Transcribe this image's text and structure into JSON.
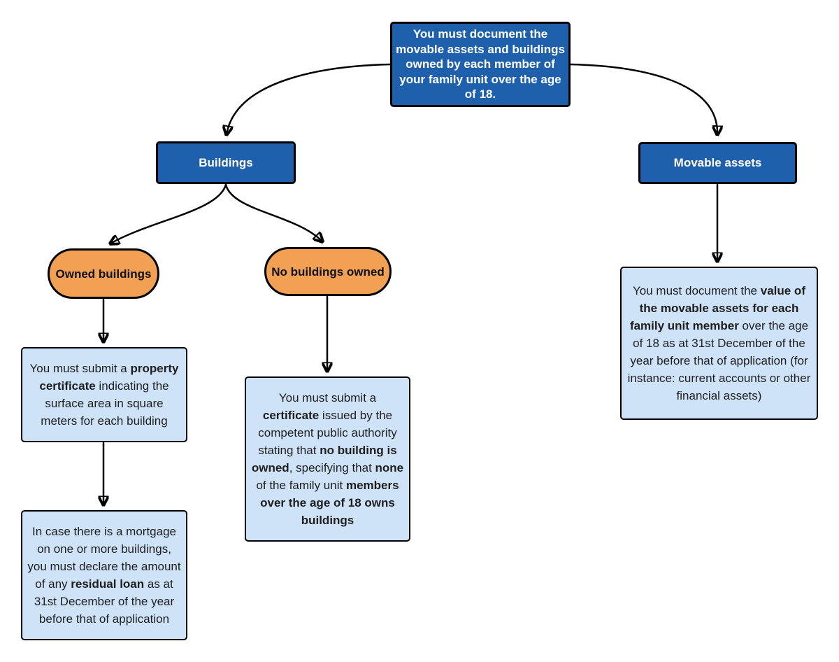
{
  "colors": {
    "node_blue": "#1F60AD",
    "pill_orange": "#F2A154",
    "note_blue": "#CFE3F8",
    "line_black": "#000000",
    "text_light": "#FFFFFF",
    "text_dark": "#1E1E1E"
  },
  "nodes": {
    "root": {
      "text": "You must document the movable assets and buildings owned by each member of your family unit over the age of 18."
    },
    "buildings": {
      "label": "Buildings"
    },
    "movable_assets": {
      "label": "Movable assets"
    },
    "owned_buildings": {
      "label": "Owned buildings"
    },
    "no_buildings_owned": {
      "label": "No buildings owned"
    },
    "property_note": {
      "segments": [
        {
          "t": "You must submit a "
        },
        {
          "t": "property certificate",
          "b": true
        },
        {
          "t": " indicating the surface area in square meters for each building"
        }
      ]
    },
    "mortgage_note": {
      "segments": [
        {
          "t": "In case there is a mortgage on one or more buildings, you must declare the amount of any "
        },
        {
          "t": "residual loan",
          "b": true
        },
        {
          "t": " as at 31st December of the year before that of application"
        }
      ]
    },
    "certificate_note": {
      "segments": [
        {
          "t": "You must submit a "
        },
        {
          "t": "certificate",
          "b": true
        },
        {
          "t": " issued by the competent public authority stating that "
        },
        {
          "t": "no building is owned",
          "b": true
        },
        {
          "t": ", specifying that "
        },
        {
          "t": "none",
          "b": true
        },
        {
          "t": " of the family unit "
        },
        {
          "t": "members over the age of 18 owns buildings",
          "b": true
        }
      ]
    },
    "movable_note": {
      "segments": [
        {
          "t": "You must document the "
        },
        {
          "t": "value of the movable assets for each family unit member",
          "b": true
        },
        {
          "t": " over the age of 18 as at 31st December of the year before that of application (for instance: current accounts or other financial assets)"
        }
      ]
    }
  }
}
